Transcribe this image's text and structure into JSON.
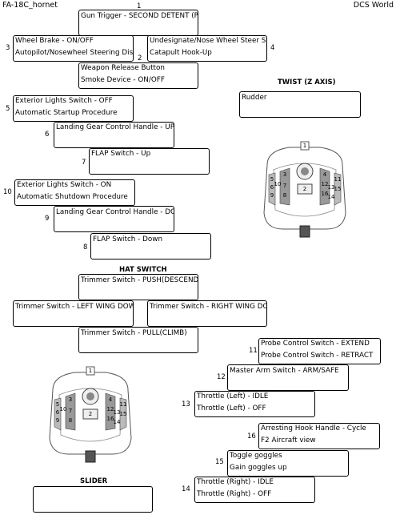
{
  "header": {
    "profile": "FA-18C_hornet",
    "game": "DCS World"
  },
  "sections": {
    "twist": "TWIST (Z AXIS)",
    "hat": "HAT SWITCH",
    "slider": "SLIDER"
  },
  "buttons": {
    "b1": {
      "num": "1",
      "line1": "Gun Trigger - SECOND DETENT (P",
      "line2": ""
    },
    "b2": {
      "num": "2",
      "line1": "Weapon Release Button",
      "line2": "Smoke Device - ON/OFF"
    },
    "b3": {
      "num": "3",
      "line1": "Wheel Brake - ON/OFF",
      "line2": "Autopilot/Nosewheel Steering Dis"
    },
    "b4": {
      "num": "4",
      "line1": "Undesignate/Nose Wheel Steer Sw",
      "line2": "Catapult Hook-Up"
    },
    "b5": {
      "num": "5",
      "line1": "Exterior Lights Switch - OFF",
      "line2": "Automatic Startup Procedure"
    },
    "b6": {
      "num": "6",
      "line1": "Landing Gear Control Handle - UP",
      "line2": ""
    },
    "b7": {
      "num": "7",
      "line1": "FLAP Switch - Up",
      "line2": ""
    },
    "b8": {
      "num": "8",
      "line1": "FLAP Switch - Down",
      "line2": ""
    },
    "b9": {
      "num": "9",
      "line1": "Landing Gear Control Handle - DO",
      "line2": ""
    },
    "b10": {
      "num": "10",
      "line1": "Exterior Lights Switch - ON",
      "line2": "Automatic Shutdown Procedure"
    },
    "b11": {
      "num": "11",
      "line1": "Probe Control Switch - EXTEND",
      "line2": "Probe Control Switch - RETRACT"
    },
    "b12": {
      "num": "12",
      "line1": "Master Arm Switch - ARM/SAFE",
      "line2": ""
    },
    "b13": {
      "num": "13",
      "line1": "Throttle (Left) - IDLE",
      "line2": "Throttle (Left) - OFF"
    },
    "b14": {
      "num": "14",
      "line1": "Throttle (Right) - IDLE",
      "line2": "Throttle (Right) - OFF"
    },
    "b15": {
      "num": "15",
      "line1": "Toggle goggles",
      "line2": "Gain goggles up"
    },
    "b16": {
      "num": "16",
      "line1": "Arresting Hook Handle - Cycle",
      "line2": "F2 Aircraft view"
    }
  },
  "twist": {
    "line1": "Rudder"
  },
  "hat": {
    "up": "Trimmer Switch - PUSH(DESCEND)",
    "left": "Trimmer Switch - LEFT WING DOWN",
    "right": "Trimmer Switch - RIGHT WING DOWN",
    "down": "Trimmer Switch - PULL(CLIMB)"
  },
  "slider": {
    "line1": ""
  },
  "joystick_labels": [
    "1",
    "2",
    "3",
    "4",
    "5",
    "6",
    "7",
    "8",
    "9",
    "10",
    "11",
    "12",
    "13",
    "14",
    "15",
    "16"
  ]
}
